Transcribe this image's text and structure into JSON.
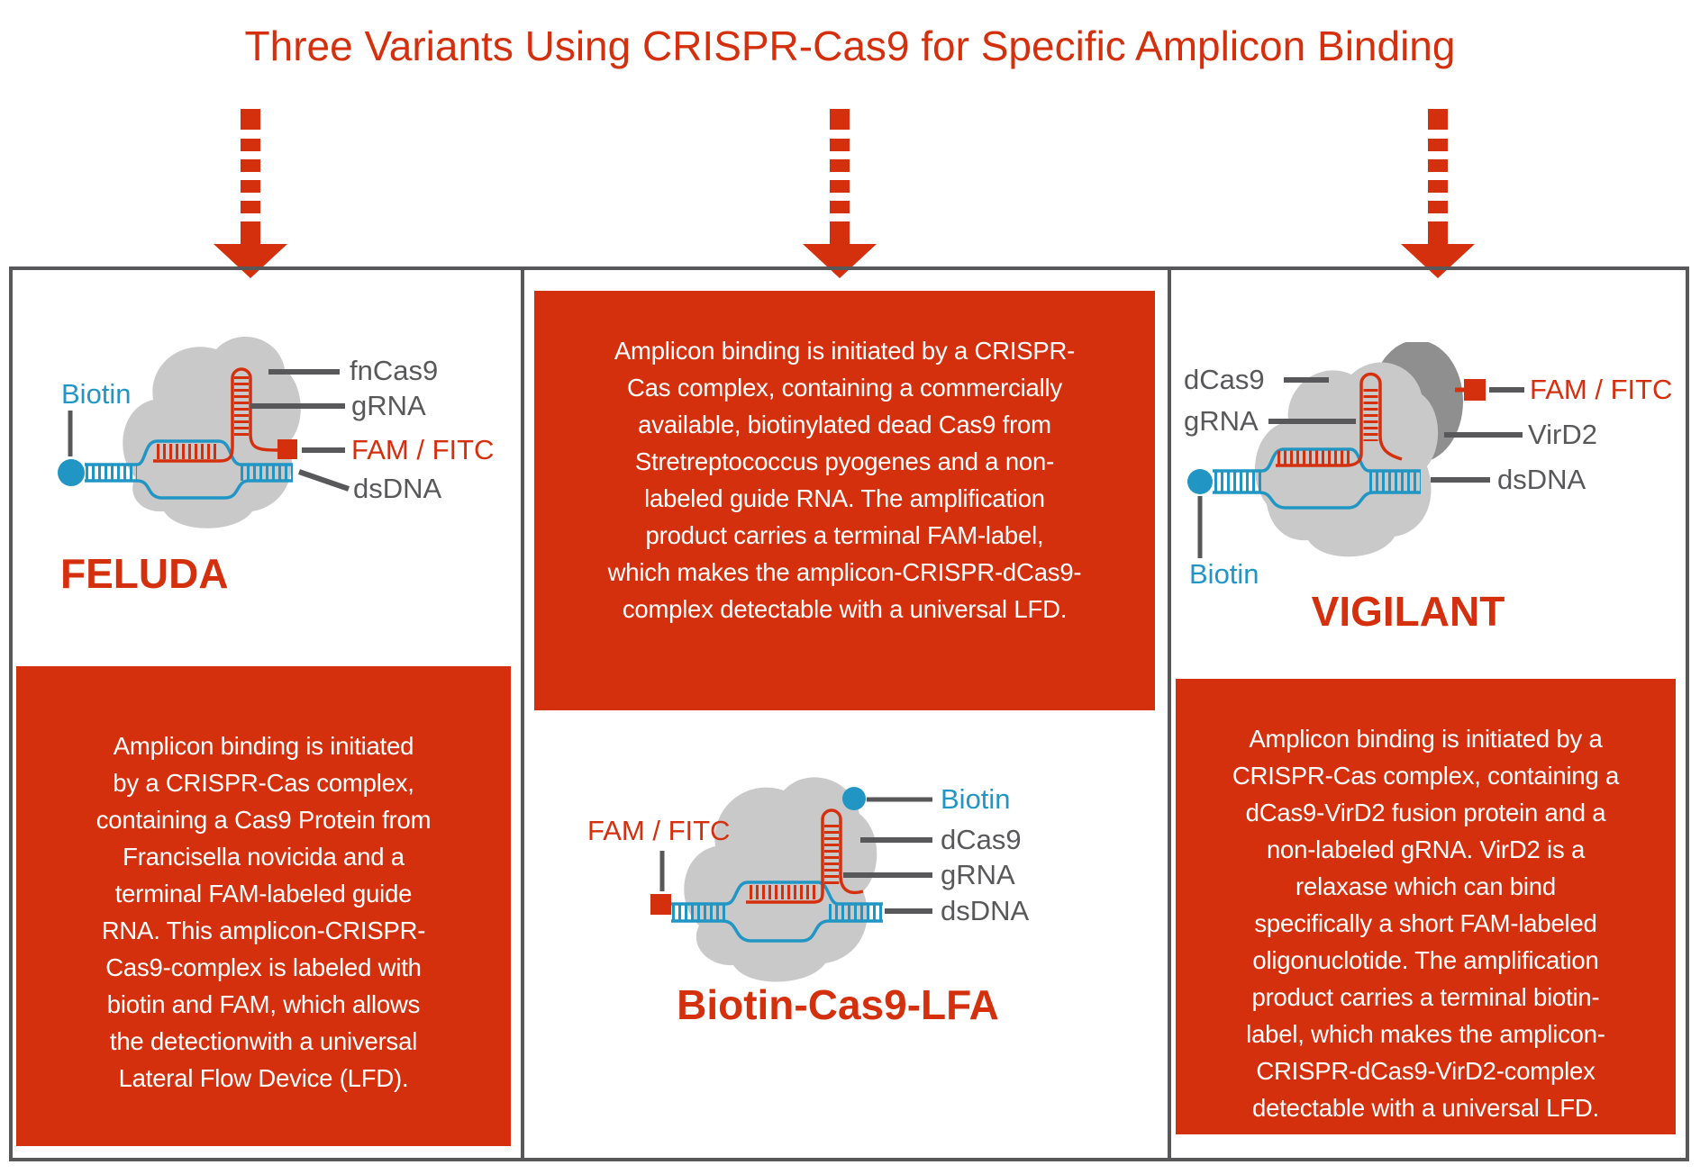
{
  "title": "Three Variants Using CRISPR-Cas9 for Specific Amplicon Binding",
  "colors": {
    "accent_red": "#d5300d",
    "label_gray": "#58585a",
    "biotin_blue": "#2196c4",
    "protein_blob_light": "#c9c9c9",
    "protein_blob_dark": "#8f8f8f",
    "description_text": "#ffffff"
  },
  "panels": [
    {
      "name": "FELUDA",
      "labels": {
        "biotin": "Biotin",
        "cas": "fnCas9",
        "grna": "gRNA",
        "fam": "FAM / FITC",
        "dsdna": "dsDNA"
      },
      "description": "Amplicon binding is initiated\nby a CRISPR-Cas complex,\ncontaining a Cas9 Protein from\nFrancisella novicida and a\nterminal FAM-labeled guide\nRNA. This amplicon-CRISPR-\nCas9-complex is labeled with\nbiotin and FAM, which allows\nthe detectionwith a universal\nLateral Flow Device (LFD)."
    },
    {
      "name": "Biotin-Cas9-LFA",
      "labels": {
        "biotin": "Biotin",
        "cas": "dCas9",
        "grna": "gRNA",
        "fam": "FAM / FITC",
        "dsdna": "dsDNA"
      },
      "description": "Amplicon binding is initiated by a CRISPR-\nCas complex, containing a commercially\navailable, biotinylated dead Cas9 from\nStretreptococcus pyogenes and a non-\nlabeled guide RNA. The amplification\nproduct carries a terminal FAM-label,\nwhich makes the amplicon-CRISPR-dCas9-\ncomplex detectable with a universal LFD."
    },
    {
      "name": "VIGILANT",
      "labels": {
        "biotin": "Biotin",
        "cas": "dCas9",
        "grna": "gRNA",
        "fam": "FAM / FITC",
        "dsdna": "dsDNA",
        "vird2": "VirD2"
      },
      "description": "Amplicon binding is initiated by a\nCRISPR-Cas complex, containing a\ndCas9-VirD2 fusion protein and a\nnon-labeled gRNA. VirD2 is a\nrelaxase which can bind\nspecifically a short FAM-labeled\noligonuclotide. The amplification\nproduct carries a terminal biotin-\nlabel, which makes the amplicon-\nCRISPR-dCas9-VirD2-complex\ndetectable with a universal LFD."
    }
  ]
}
